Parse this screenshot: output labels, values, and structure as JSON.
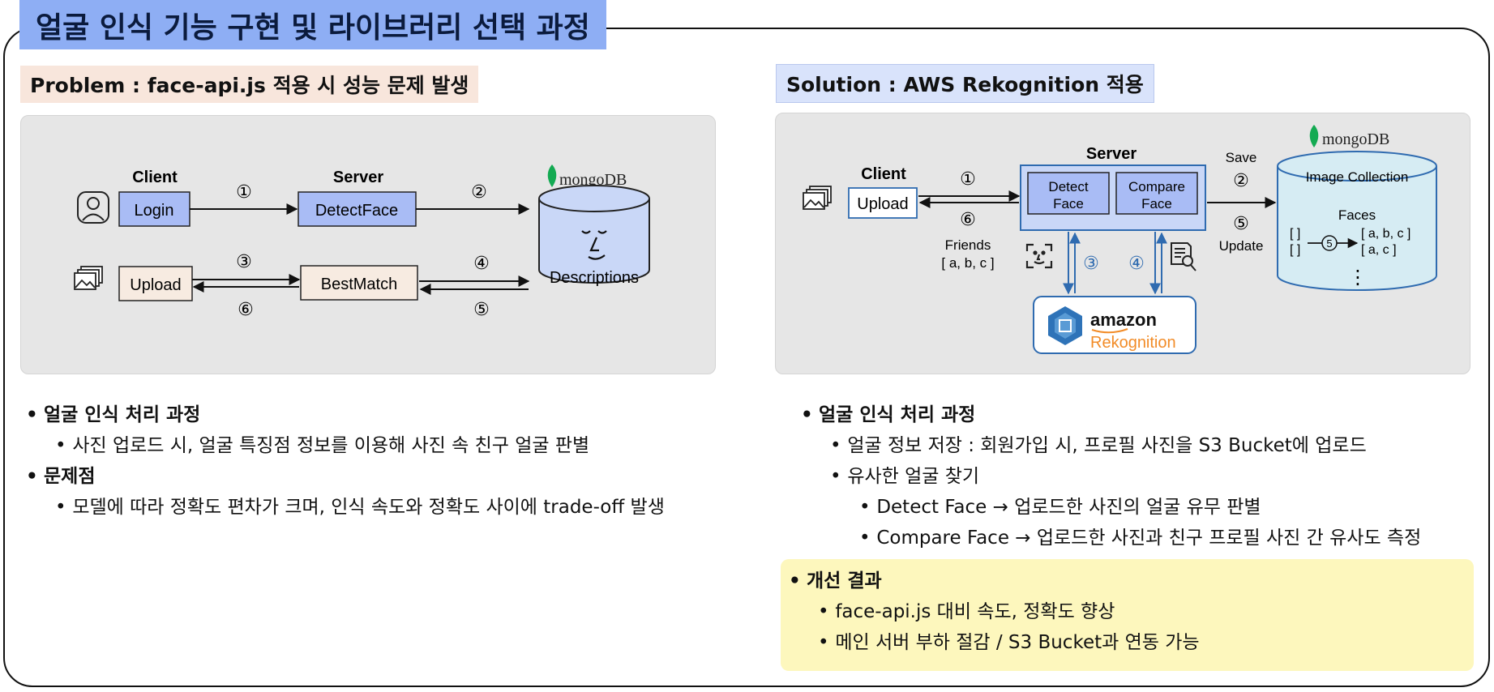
{
  "title": "얼굴 인식 기능 구현 및 라이브러리 선택 과정",
  "problem": {
    "heading": "Problem : face-api.js 적용 시 성능 문제 발생",
    "diagram": {
      "client_label": "Client",
      "server_label": "Server",
      "login": "Login",
      "detect_face": "DetectFace",
      "upload": "Upload",
      "best_match": "BestMatch",
      "db_name": "mongoDB",
      "db_label": "Descriptions",
      "steps": [
        "①",
        "②",
        "③",
        "④",
        "⑤",
        "⑥"
      ]
    },
    "bullets": [
      {
        "level": 1,
        "text": "얼굴 인식 처리 과정"
      },
      {
        "level": 2,
        "text": "사진 업로드 시, 얼굴 특징점 정보를 이용해 사진 속 친구 얼굴 판별"
      },
      {
        "level": 1,
        "text": "문제점"
      },
      {
        "level": 2,
        "text": "모델에 따라 정확도 편차가 크며, 인식 속도와 정확도 사이에 trade-off 발생"
      }
    ]
  },
  "solution": {
    "heading": "Solution : AWS Rekognition 적용",
    "diagram": {
      "client_label": "Client",
      "server_label": "Server",
      "upload": "Upload",
      "detect_face_1": "Detect",
      "detect_face_2": "Face",
      "compare_face_1": "Compare",
      "compare_face_2": "Face",
      "friends_label": "Friends",
      "friends_list": "[ a, b, c ]",
      "save_label": "Save",
      "update_label": "Update",
      "db_name": "mongoDB",
      "collection_label": "Image Collection",
      "faces_label": "Faces",
      "row1_key": "[ ]",
      "row1_val": "[ a, b, c ]",
      "row2_key": "[ ]",
      "row2_val": "[ a, c ]",
      "ellipsis": "⋮",
      "amazon_label": "amazon",
      "rekognition_label": "Rekognition",
      "steps": [
        "①",
        "②",
        "③",
        "④",
        "⑤",
        "⑥"
      ]
    },
    "bullets": [
      {
        "level": 1,
        "text": "얼굴 인식 처리 과정"
      },
      {
        "level": 2,
        "text": "얼굴 정보 저장 : 회원가입 시, 프로필 사진을 S3 Bucket에 업로드"
      },
      {
        "level": 2,
        "text": "유사한 얼굴 찾기"
      },
      {
        "level": 3,
        "text": "Detect Face → 업로드한 사진의 얼굴 유무 판별"
      },
      {
        "level": 3,
        "text": "Compare Face → 업로드한 사진과 친구 프로필 사진 간 유사도 측정"
      }
    ],
    "result": [
      {
        "level": 1,
        "text": "개선 결과"
      },
      {
        "level": 2,
        "text": "face-api.js 대비 속도, 정확도 향상"
      },
      {
        "level": 2,
        "text": "메인 서버 부하 절감 / S3 Bucket과 연동 가능"
      }
    ]
  },
  "colors": {
    "title_bg": "#8eaef4",
    "box_blue": "#a9bcf5",
    "box_beige": "#f7ebe1",
    "cylinder_blue": "#c9d7f7",
    "cylinder_teal": "#d6ecf3",
    "step_blue": "#2f6bb0",
    "result_bg": "#fdf7bd",
    "aws_orange": "#f28c28"
  }
}
